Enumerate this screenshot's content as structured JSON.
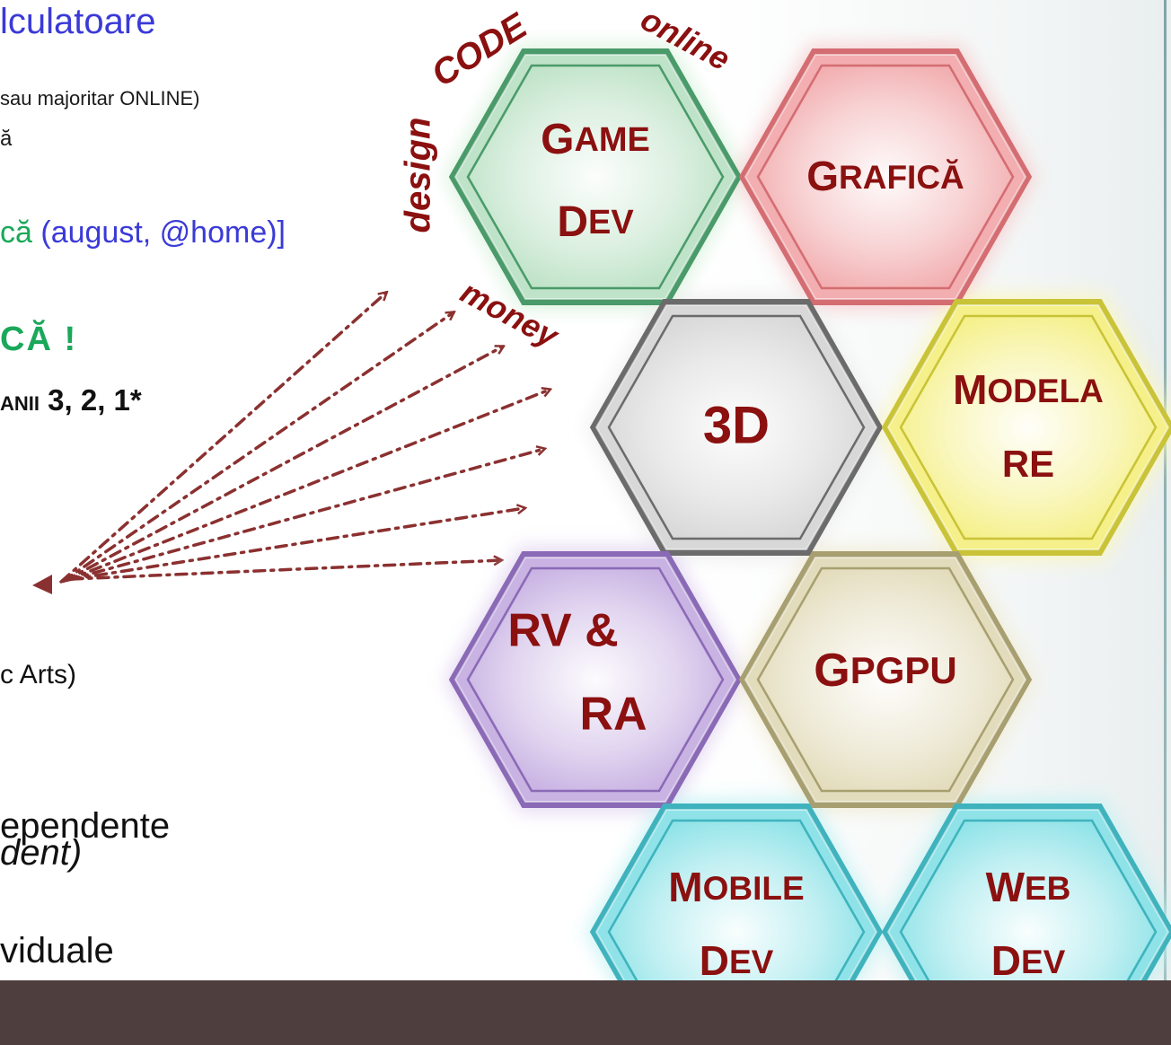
{
  "slide": {
    "title_fragment": "lculatoare",
    "line_online": "sau majoritar ONLINE)",
    "line_a": "ă",
    "line_practica_green": "că",
    "line_practica_blue": " (august, @home)]",
    "line_exclaim": "CĂ !",
    "line_anii_small": "ANII",
    "line_anii_big": " 3, 2, 1*",
    "line_arts": "c Arts)",
    "line_dependente": "ependente",
    "line_dent": "dent)",
    "line_viduale": "viduale"
  },
  "diagram": {
    "hexagons": [
      {
        "name": "hex-game-dev",
        "lines": [
          "GAME",
          "DEV"
        ],
        "fill": "#bfe3c8",
        "stroke": "#4a9a6a",
        "glow": "#d9f2dd"
      },
      {
        "name": "hex-grafica",
        "lines": [
          "GRAFICĂ"
        ],
        "fill": "#f2aeb0",
        "stroke": "#d46d72",
        "glow": "#f7cfd0"
      },
      {
        "name": "hex-3d",
        "lines": [
          "3D"
        ],
        "fill": "#d8d8d8",
        "stroke": "#6b6b6b",
        "glow": "#eeeeee"
      },
      {
        "name": "hex-modelare",
        "lines": [
          "MODELA",
          "RE"
        ],
        "fill": "#f5f08a",
        "stroke": "#c9c338",
        "glow": "#fbf7c0"
      },
      {
        "name": "hex-rv-ra",
        "lines": [
          "RV &",
          "RA"
        ],
        "fill": "#c9b3e3",
        "stroke": "#8a6ab6",
        "glow": "#e2d6f1"
      },
      {
        "name": "hex-gpgpu",
        "lines": [
          "GPGPU"
        ],
        "fill": "#e3dcbc",
        "stroke": "#a89f70",
        "glow": "#f1ecd6"
      },
      {
        "name": "hex-mobile-dev",
        "lines": [
          "MOBILE",
          "DEV"
        ],
        "fill": "#8fe3e8",
        "stroke": "#3fb3bd",
        "glow": "#c6f2f4"
      },
      {
        "name": "hex-web-dev",
        "lines": [
          "WEB",
          "DEV"
        ],
        "fill": "#8fe3e8",
        "stroke": "#3fb3bd",
        "glow": "#c6f2f4"
      }
    ],
    "tags": {
      "code": "CODE",
      "online": "online",
      "design": "design",
      "money": "money"
    },
    "label_color": "#8b1010",
    "arrow_color": "#8b3030"
  }
}
